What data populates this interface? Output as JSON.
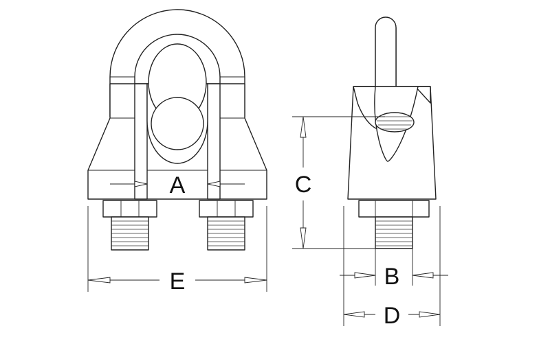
{
  "diagram": {
    "labels": {
      "a": "A",
      "b": "B",
      "c": "C",
      "d": "D",
      "e": "E"
    },
    "colors": {
      "line": "#222222",
      "background": "#ffffff"
    }
  }
}
